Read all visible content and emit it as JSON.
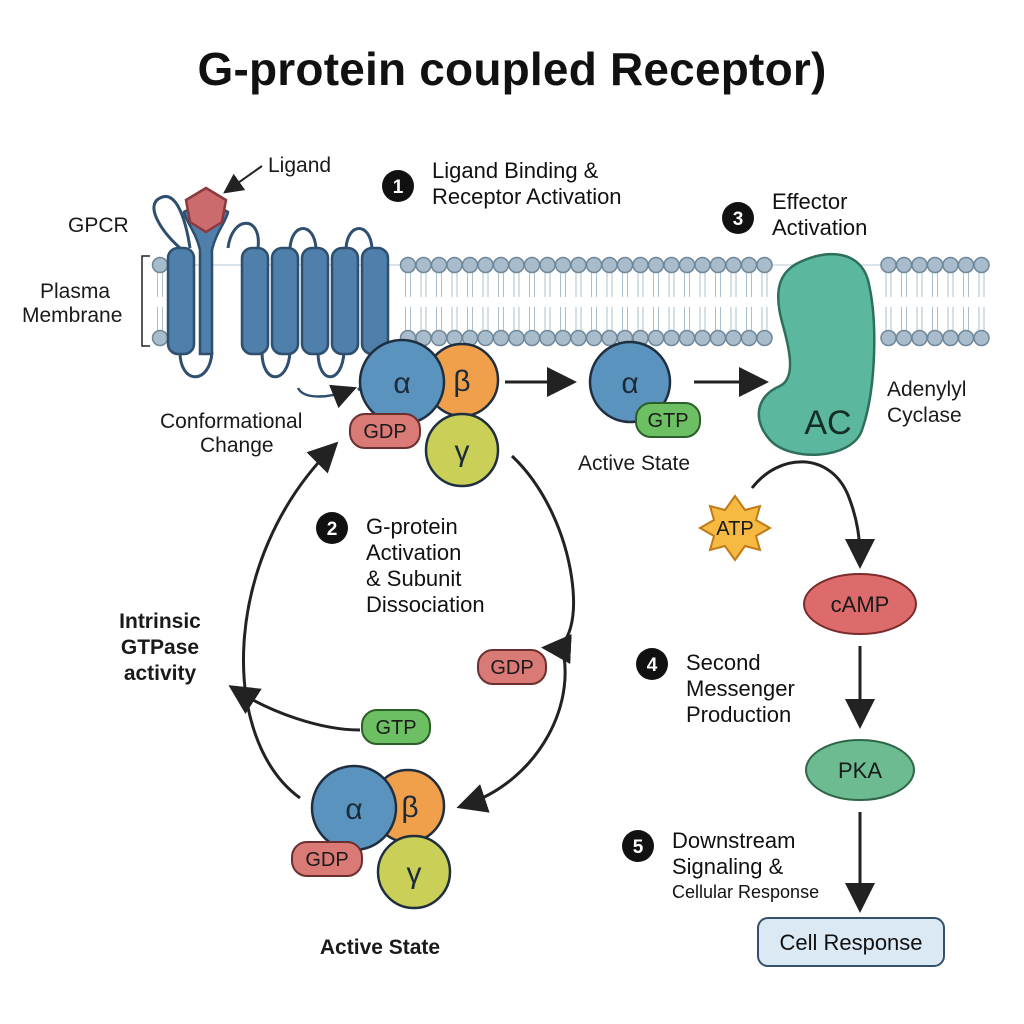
{
  "title": "G-protein coupled Receptor)",
  "labels": {
    "ligand": "Ligand",
    "gpcr": "GPCR",
    "plasma_membrane_1": "Plasma",
    "plasma_membrane_2": "Membrane",
    "conformational_1": "Conformational",
    "conformational_2": "Change",
    "active_state_top": "Active State",
    "active_state_bottom": "Active State",
    "adenylyl_1": "Adenylyl",
    "adenylyl_2": "Cyclase",
    "ac": "AC",
    "gtpase_1": "Intrinsic",
    "gtpase_2": "GTPase",
    "gtpase_3": "activity"
  },
  "steps": [
    {
      "num": "1",
      "lines": [
        "Ligand Binding &",
        "Receptor Activation"
      ]
    },
    {
      "num": "2",
      "lines": [
        "G-protein",
        "Activation",
        "& Subunit",
        "Dissociation"
      ]
    },
    {
      "num": "3",
      "lines": [
        "Effector",
        "Activation"
      ]
    },
    {
      "num": "4",
      "lines": [
        "Second",
        "Messenger",
        "Production"
      ]
    },
    {
      "num": "5",
      "lines": [
        "Downstream",
        "Signaling &",
        "Cellular Response"
      ]
    }
  ],
  "subunits": {
    "alpha": "α",
    "beta": "β",
    "gamma": "γ"
  },
  "molecules": {
    "gdp": "GDP",
    "gtp": "GTP",
    "atp": "ATP",
    "camp": "cAMP",
    "pka": "PKA",
    "cell_response": "Cell Response"
  },
  "colors": {
    "receptor": "#4f7fab",
    "alpha": "#5b93bf",
    "beta": "#f0a04b",
    "gamma": "#c9cf57",
    "gdp": "#d97a76",
    "gtp": "#6cbf62",
    "ac": "#5bb89e",
    "camp": "#de6b6b",
    "pka": "#6dbb91",
    "atp": "#f6b941",
    "cell_response": "#dbe9f5"
  }
}
